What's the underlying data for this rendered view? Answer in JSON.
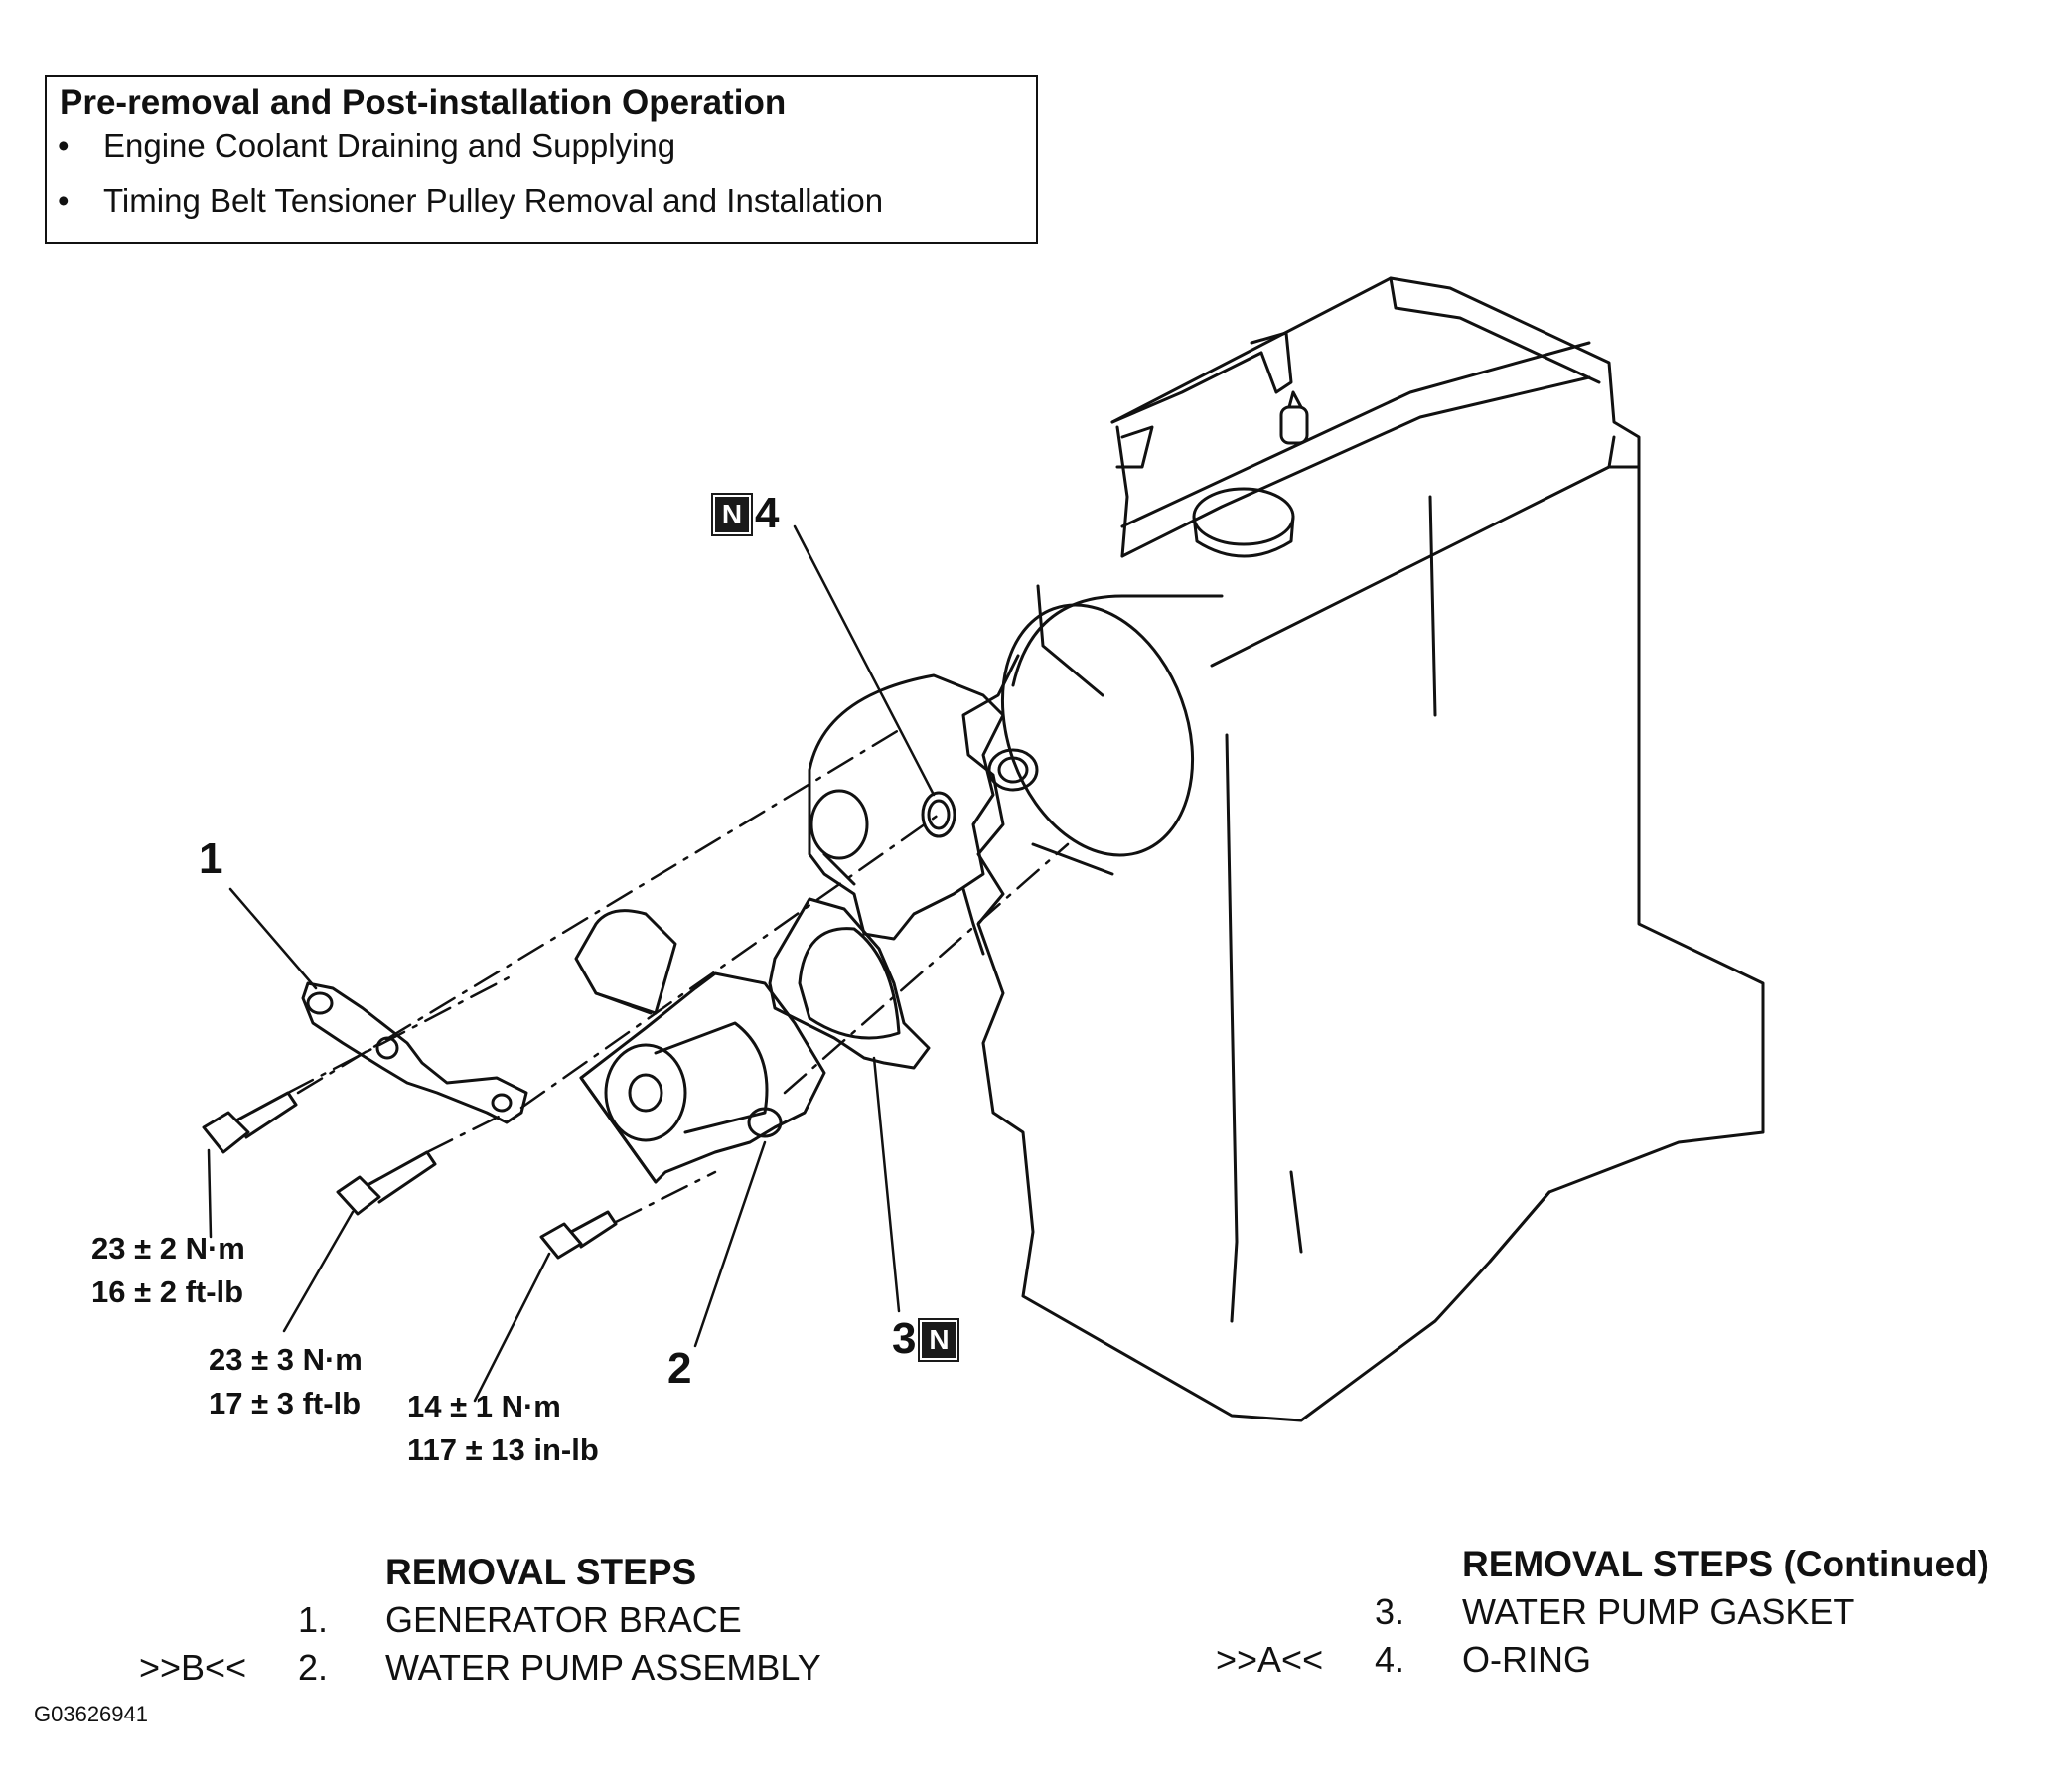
{
  "pre_op": {
    "title": "Pre-removal and Post-installation Operation",
    "items": [
      "Engine Coolant Draining and Supplying",
      "Timing Belt Tensioner Pulley Removal and Installation"
    ]
  },
  "callouts": {
    "c1": "1",
    "c2": "2",
    "c3": "3",
    "c4": "4",
    "n_badge": "N"
  },
  "torques": {
    "t1": [
      "23 ± 2 N·m",
      "16 ± 2 ft-lb"
    ],
    "t2": [
      "23 ± 3 N·m",
      "17 ± 3 ft-lb"
    ],
    "t3": [
      "14 ± 1 N·m",
      "117 ± 13 in-lb"
    ]
  },
  "removal_steps": {
    "title": "REMOVAL STEPS",
    "items": [
      {
        "mark": "",
        "num": "1.",
        "label": "GENERATOR BRACE"
      },
      {
        "mark": ">>B<<",
        "num": "2.",
        "label": "WATER PUMP ASSEMBLY"
      }
    ]
  },
  "removal_steps_cont": {
    "title": "REMOVAL STEPS (Continued)",
    "items": [
      {
        "mark": "",
        "num": "3.",
        "label": "WATER PUMP GASKET"
      },
      {
        "mark": ">>A<<",
        "num": "4.",
        "label": "O-RING"
      }
    ]
  },
  "figure_id": "G03626941"
}
